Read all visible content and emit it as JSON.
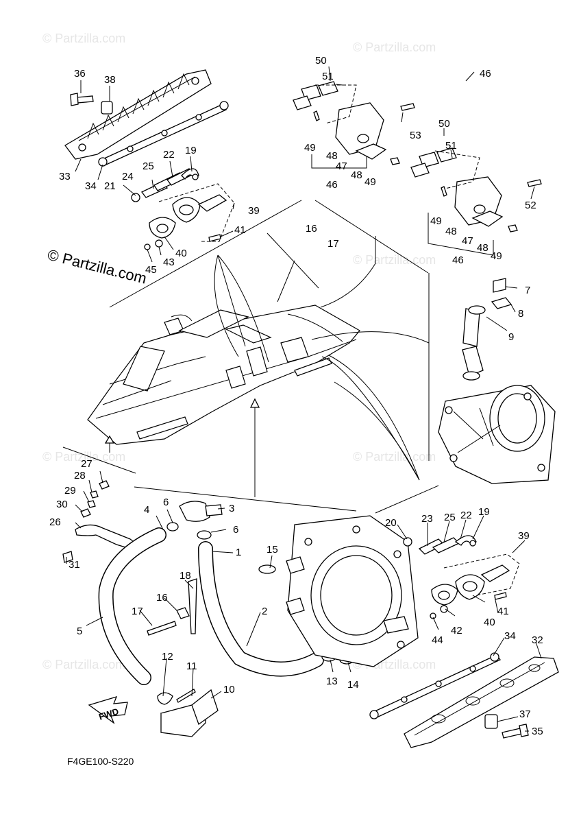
{
  "watermarks": {
    "small": "© Partzilla.com",
    "large": "© Partzilla.com"
  },
  "diagram_code": "F4GE100-S220",
  "direction_label": "FWD",
  "part_labels": {
    "p1": "1",
    "p2": "2",
    "p3": "3",
    "p4": "4",
    "p5": "5",
    "p6a": "6",
    "p6b": "6",
    "p7": "7",
    "p8": "8",
    "p9": "9",
    "p10": "10",
    "p11": "11",
    "p12": "12",
    "p13": "13",
    "p14": "14",
    "p15": "15",
    "p16a": "16",
    "p16b": "16",
    "p17a": "17",
    "p17b": "17",
    "p18": "18",
    "p19a": "19",
    "p19b": "19",
    "p20": "20",
    "p21": "21",
    "p22a": "22",
    "p22b": "22",
    "p23": "23",
    "p24": "24",
    "p25a": "25",
    "p25b": "25",
    "p26": "26",
    "p27": "27",
    "p28": "28",
    "p29": "29",
    "p30": "30",
    "p31": "31",
    "p32": "32",
    "p33": "33",
    "p34a": "34",
    "p34b": "34",
    "p35": "35",
    "p36": "36",
    "p37": "37",
    "p38": "38",
    "p39a": "39",
    "p39b": "39",
    "p40a": "40",
    "p40b": "40",
    "p41a": "41",
    "p41b": "41",
    "p42": "42",
    "p43": "43",
    "p44": "44",
    "p45": "45",
    "p46a": "46",
    "p46b": "46",
    "p46c": "46",
    "p47a": "47",
    "p47b": "47",
    "p48a": "48",
    "p48b": "48",
    "p48c": "48",
    "p48d": "48",
    "p49a": "49",
    "p49b": "49",
    "p49c": "49",
    "p49d": "49",
    "p50a": "50",
    "p50b": "50",
    "p51a": "51",
    "p51b": "51",
    "p52": "52",
    "p53": "53"
  }
}
